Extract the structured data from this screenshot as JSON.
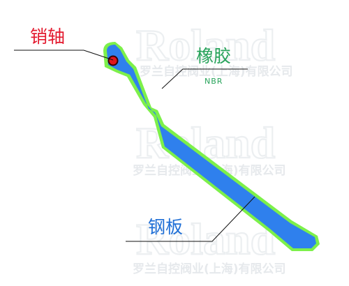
{
  "watermark": {
    "logo_text": "Roland",
    "company_name": "罗兰自控阀业(上海)有限公司"
  },
  "labels": {
    "pin": {
      "text": "销轴",
      "color": "#e3182d"
    },
    "rubber": {
      "text": "橡胶",
      "subtext": "NBR",
      "color": "#27a35a"
    },
    "steel": {
      "text": "钢板",
      "color": "#1f6fd6"
    }
  },
  "colors": {
    "plate_fill": "#2f80ed",
    "rubber_outline": "#7df04a",
    "pin_fill": "#e0141c",
    "leader_line": "#111111"
  }
}
